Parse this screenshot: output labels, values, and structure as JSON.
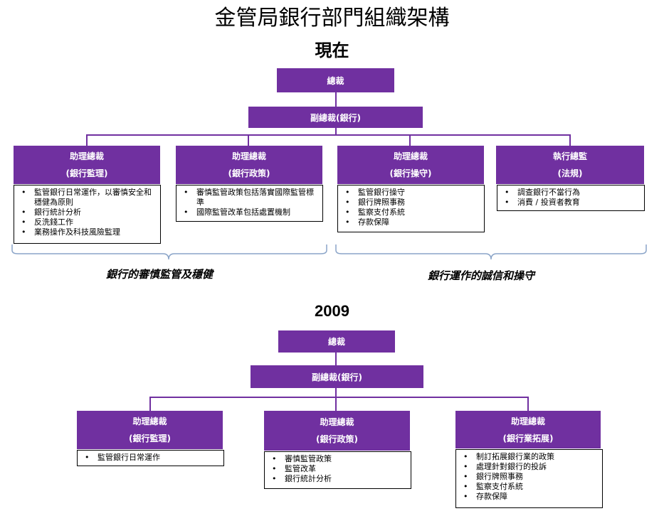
{
  "title": "金管局銀行部門組織架構",
  "now": {
    "heading": "現在",
    "ceo": "總裁",
    "deputy": "副總裁(銀行)",
    "units": [
      {
        "title": "助理總裁",
        "sub": "(銀行監理)",
        "items": [
          "監管銀行日常運作，以審慎安全和穩健為原則",
          "銀行統計分析",
          "反洗錢工作",
          "業務操作及科技風險監理"
        ]
      },
      {
        "title": "助理總裁",
        "sub": "(銀行政策)",
        "items": [
          "審慎監管政策包括落實國際監管標準",
          "國際監管改革包括處置機制"
        ]
      },
      {
        "title": "助理總裁",
        "sub": "(銀行操守)",
        "items": [
          "監管銀行操守",
          "銀行牌照事務",
          "監察支付系統",
          "存款保障"
        ]
      },
      {
        "title": "執行總監",
        "sub": "(法規)",
        "items": [
          "調查銀行不當行為",
          "消費 / 投資者教育"
        ]
      }
    ],
    "groups": [
      "銀行的審慎監管及穩健",
      "銀行運作的誠信和操守"
    ]
  },
  "y2009": {
    "heading": "2009",
    "ceo": "總裁",
    "deputy": "副總裁(銀行)",
    "units": [
      {
        "title": "助理總裁",
        "sub": "(銀行監理)",
        "items": [
          "監管銀行日常運作"
        ]
      },
      {
        "title": "助理總裁",
        "sub": "(銀行政策)",
        "items": [
          "審慎監管政策",
          "監管改革",
          "銀行統計分析"
        ]
      },
      {
        "title": "助理總裁",
        "sub": "(銀行業拓展)",
        "items": [
          "制訂拓展銀行業的政策",
          "處理針對銀行的投訴",
          "銀行牌照事務",
          "監察支付系統",
          "存款保障"
        ]
      }
    ]
  },
  "colors": {
    "box": "#7030a0",
    "box_text": "#ffffff",
    "brace": "#8aa4c8"
  }
}
